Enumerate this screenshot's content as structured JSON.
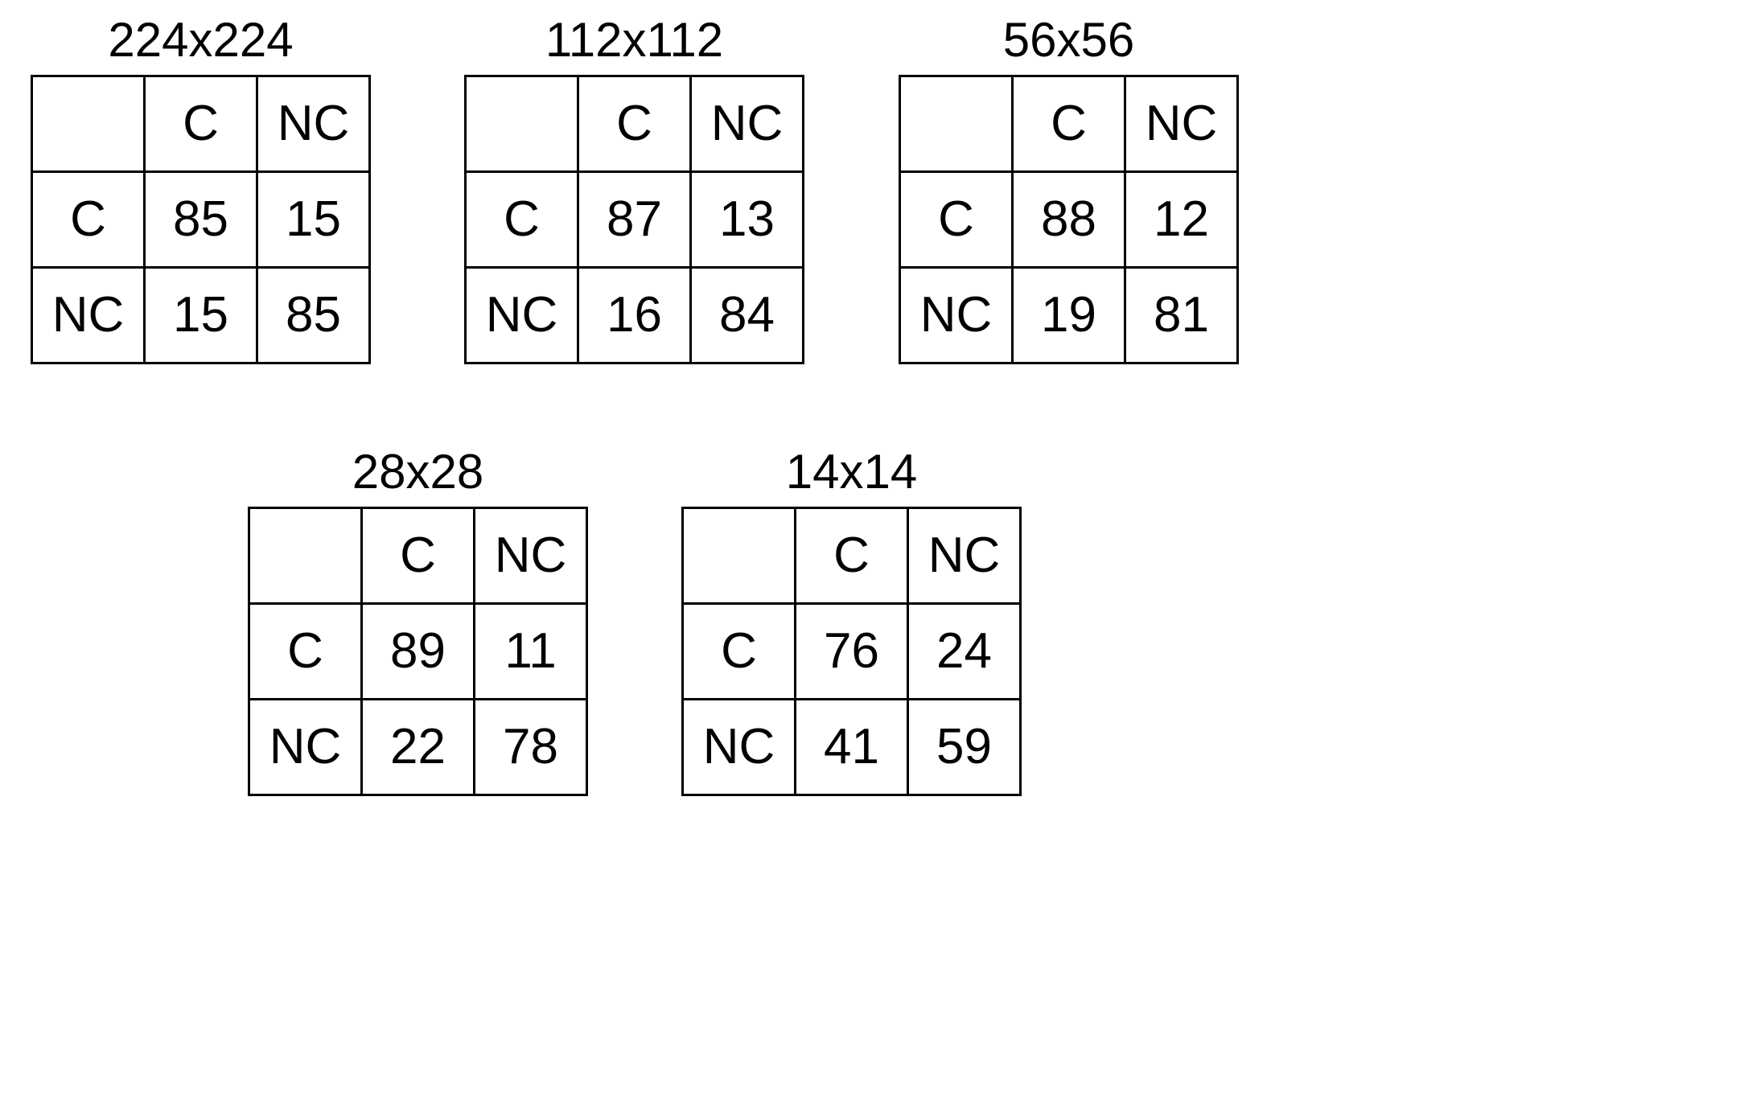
{
  "figure": {
    "title": "",
    "class_labels": {
      "positive": "C",
      "negative": "NC"
    }
  },
  "chart_data": {
    "type": "table",
    "title": "",
    "xlabel": "",
    "ylabel": "",
    "description": "Five 2x2 confusion matrices of predicted vs. true class (C = C, NC = NC) at five input image resolutions, values in percent.",
    "column_headers": [
      "",
      "C",
      "NC"
    ],
    "row_headers": [
      "C",
      "NC"
    ],
    "matrices": [
      {
        "title": "224x224",
        "headers": {
          "corner": "",
          "col1": "C",
          "col2": "NC"
        },
        "rows": [
          {
            "label": "C",
            "values": [
              "85",
              "15"
            ]
          },
          {
            "label": "NC",
            "values": [
              "15",
              "85"
            ]
          }
        ]
      },
      {
        "title": "112x112",
        "headers": {
          "corner": "",
          "col1": "C",
          "col2": "NC"
        },
        "rows": [
          {
            "label": "C",
            "values": [
              "87",
              "13"
            ]
          },
          {
            "label": "NC",
            "values": [
              "16",
              "84"
            ]
          }
        ]
      },
      {
        "title": "56x56",
        "headers": {
          "corner": "",
          "col1": "C",
          "col2": "NC"
        },
        "rows": [
          {
            "label": "C",
            "values": [
              "88",
              "12"
            ]
          },
          {
            "label": "NC",
            "values": [
              "19",
              "81"
            ]
          }
        ]
      },
      {
        "title": "28x28",
        "headers": {
          "corner": "",
          "col1": "C",
          "col2": "NC"
        },
        "rows": [
          {
            "label": "C",
            "values": [
              "89",
              "11"
            ]
          },
          {
            "label": "NC",
            "values": [
              "22",
              "78"
            ]
          }
        ]
      },
      {
        "title": "14x14",
        "headers": {
          "corner": "",
          "col1": "C",
          "col2": "NC"
        },
        "rows": [
          {
            "label": "C",
            "values": [
              "76",
              "24"
            ]
          },
          {
            "label": "NC",
            "values": [
              "41",
              "59"
            ]
          }
        ]
      }
    ]
  },
  "colors": {
    "background": "#ffffff",
    "text": "#000000",
    "border": "#000000"
  }
}
